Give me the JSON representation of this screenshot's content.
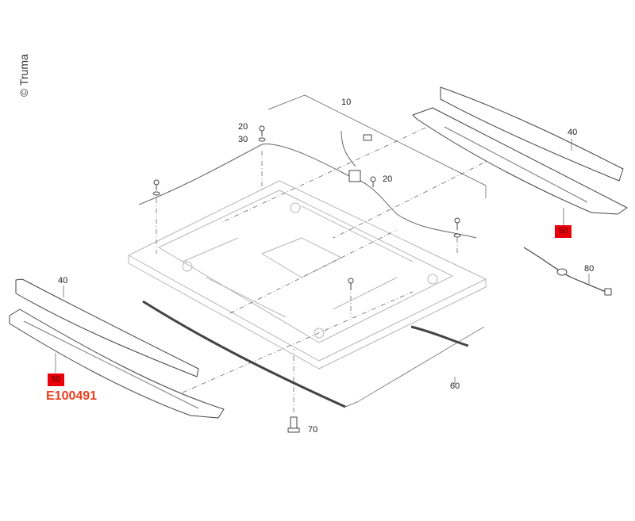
{
  "copyright": "© Truma",
  "drawing_code": "E100491",
  "highlight_color": "#e8000b",
  "code_color": "#e8401e",
  "parts": {
    "frame": "10",
    "screw_top": "20",
    "washer": "30",
    "screw_switch": "20",
    "strip_right": "40",
    "cover_right": "50",
    "cable": "80",
    "strip_left": "40",
    "cover_left": "50",
    "seal": "60",
    "bolt": "70"
  }
}
